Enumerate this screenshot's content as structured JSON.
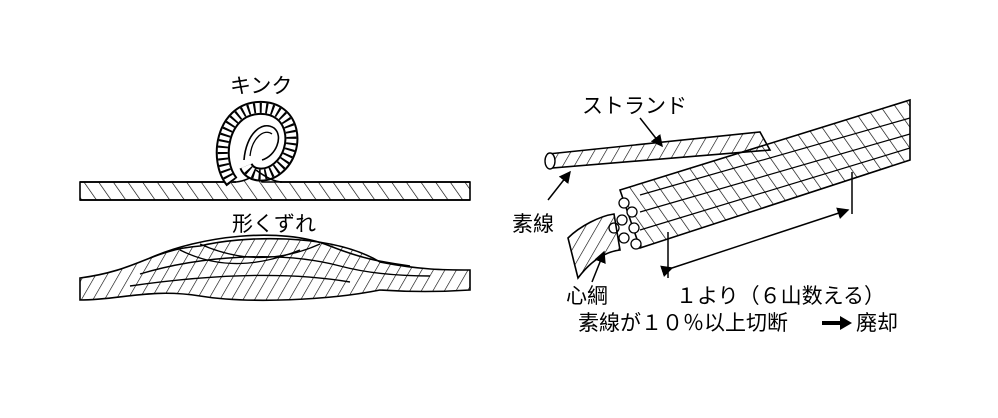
{
  "left_panel": {
    "kink_label": "キンク",
    "deformation_label": "形くずれ"
  },
  "right_panel": {
    "strand_label": "ストランド",
    "wire_label": "素線",
    "core_label": "心綱",
    "lay_label": "１より（６山数える）",
    "discard_label": "素線が１０％以上切断",
    "discard_result": "廃却"
  },
  "colors": {
    "ink": "#000000",
    "background": "#ffffff"
  }
}
